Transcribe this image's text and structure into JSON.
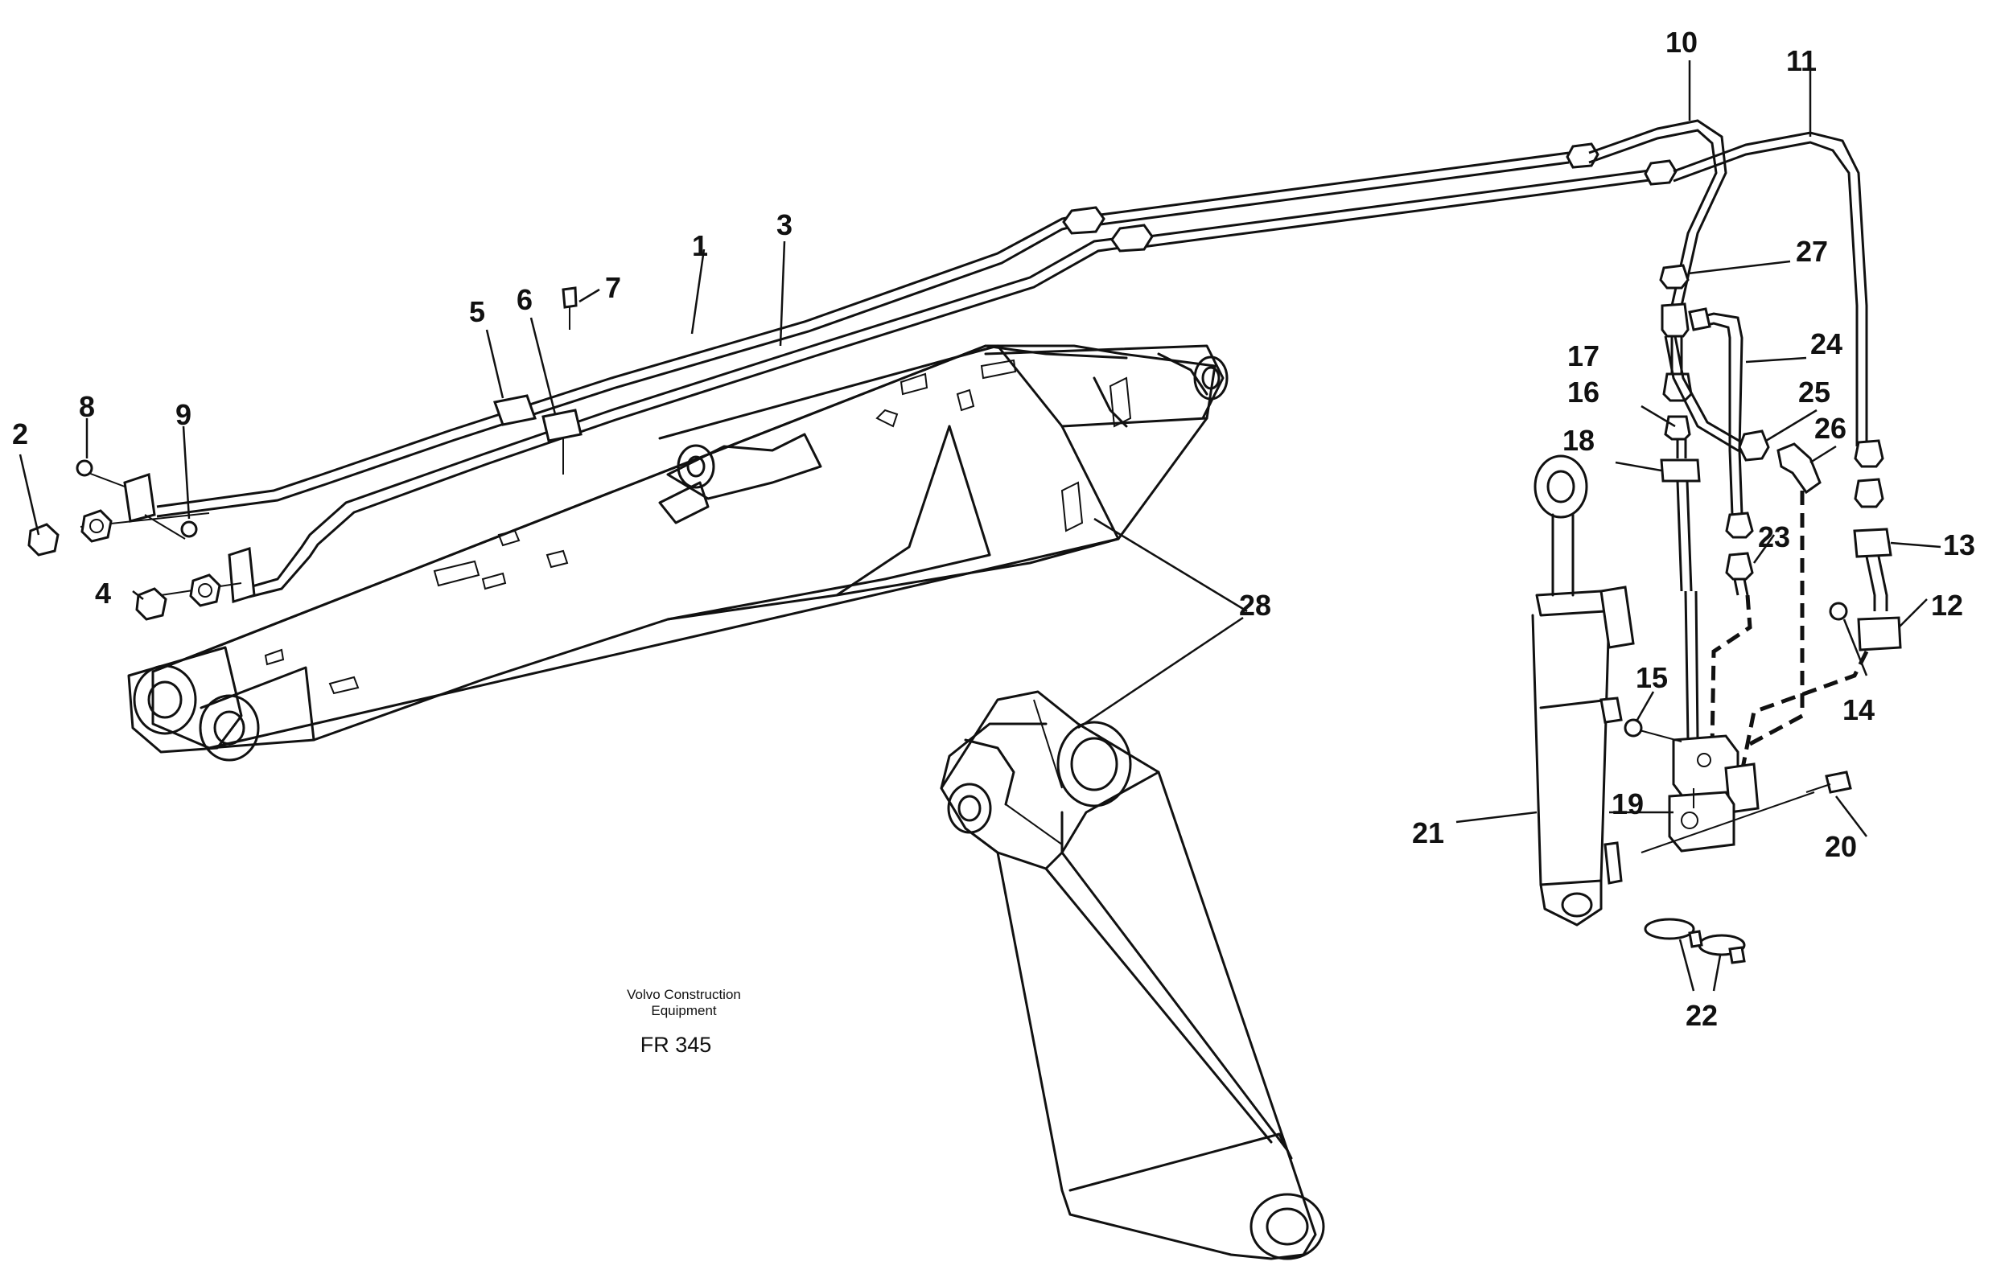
{
  "diagram": {
    "callouts": [
      "1",
      "2",
      "3",
      "4",
      "5",
      "6",
      "7",
      "8",
      "9",
      "10",
      "11",
      "12",
      "13",
      "14",
      "15",
      "16",
      "17",
      "18",
      "19",
      "20",
      "21",
      "22",
      "23",
      "24",
      "25",
      "26",
      "27",
      "28"
    ],
    "caption": {
      "company_line1": "Volvo Construction",
      "company_line2": "Equipment",
      "figure_code": "FR 345"
    }
  }
}
